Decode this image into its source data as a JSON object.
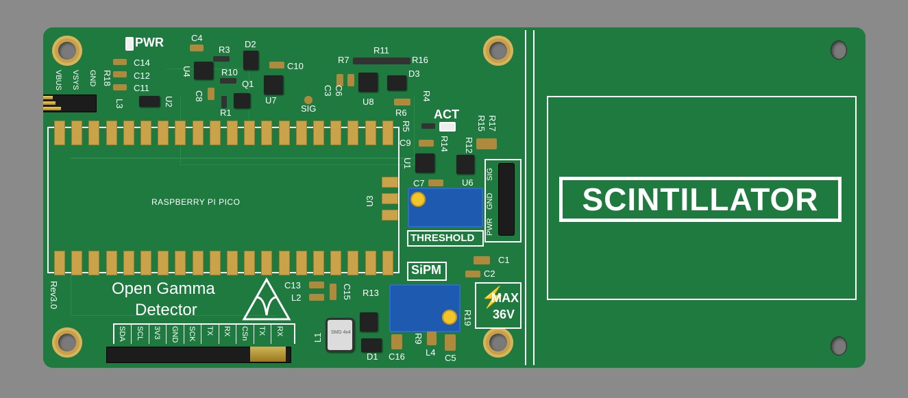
{
  "silkscreen": {
    "pwr": "PWR",
    "act": "ACT",
    "sig": "SIG",
    "pico": "RASPBERRY PI PICO",
    "u3": "U3",
    "rev": "Rev3.0",
    "title_line1": "Open Gamma",
    "title_line2": "Detector",
    "threshold": "THRESHOLD",
    "sipm": "SiPM",
    "max": "MAX",
    "volt": "36V",
    "scintillator": "SCINTILLATOR",
    "smd_inductor": "SMD 4x4",
    "left_header": [
      "VBUS",
      "VSYS",
      "GND"
    ],
    "sig_header": [
      "SIG",
      "GND",
      "PWR"
    ],
    "bottom_header": [
      "SDA",
      "SCL",
      "3V3",
      "GND",
      "SCK",
      "TX",
      "RX",
      "CSn",
      "TX",
      "RX"
    ],
    "refs": {
      "c4": "C4",
      "r3": "R3",
      "d2": "D2",
      "c10": "C10",
      "u4": "U4",
      "r10": "R10",
      "q1": "Q1",
      "c8": "C8",
      "r1": "R1",
      "u7": "U7",
      "c14": "C14",
      "c12": "C12",
      "c11": "C11",
      "r18": "R18",
      "l3": "L3",
      "u2": "U2",
      "r7": "R7",
      "r11": "R11",
      "r16": "R16",
      "c3": "C3",
      "c6": "C6",
      "u8": "U8",
      "d3": "D3",
      "r4": "R4",
      "r6": "R6",
      "r5": "R5",
      "r15": "R15",
      "r17": "R17",
      "c9": "C9",
      "r14": "R14",
      "r12": "R12",
      "u1": "U1",
      "c7": "C7",
      "u6": "U6",
      "c1": "C1",
      "c2": "C2",
      "c13": "C13",
      "c15": "C15",
      "l2": "L2",
      "r13": "R13",
      "r19": "R19",
      "l1": "L1",
      "d1": "D1",
      "c16": "C16",
      "r9": "R9",
      "l4": "L4",
      "c5": "C5"
    }
  },
  "colors": {
    "board": "#1f7a3f",
    "silkscreen": "#ffffff",
    "pad": "#c9a24a",
    "pot": "#1e5ab0"
  }
}
